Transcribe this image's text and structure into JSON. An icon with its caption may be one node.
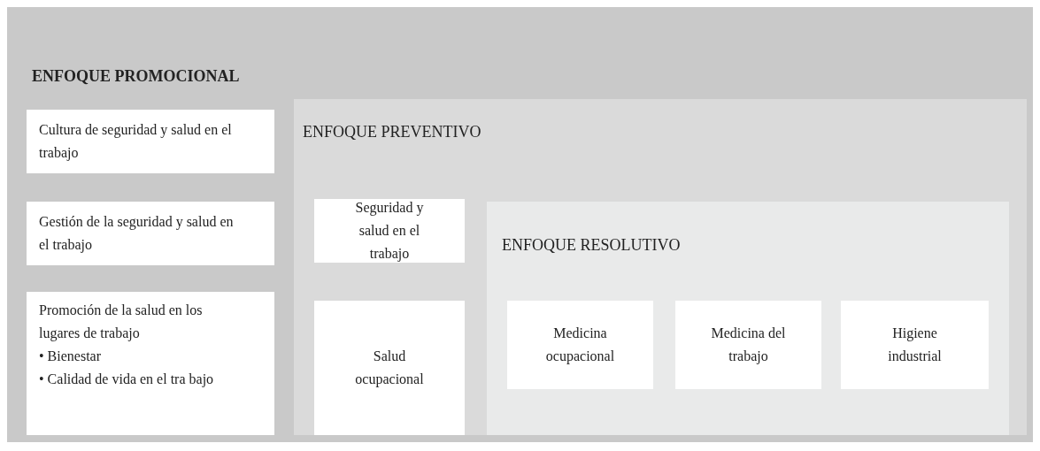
{
  "diagram": {
    "nodes": [
      {
        "text": [
          "ENFOQUE PROMOCIONAL"
        ]
      },
      {
        "text": [
          "Cultura de seguridad y salud en el trabajo"
        ],
        "in": 0
      },
      {
        "text": [
          "Gestión de la seguridad y salud en el trabajo"
        ],
        "in": 0
      },
      {
        "text": [
          "Promoción de la salud en los lugares de trabajo",
          "• Bienestar",
          "• Calidad de vida en el tra bajo"
        ],
        "in": 0
      },
      {
        "text": [
          "ENFOQUE PREVENTIVO"
        ],
        "in": 0
      },
      {
        "text": [
          "Seguridad y salud en el trabajo"
        ],
        "in": 4
      },
      {
        "text": [
          "Salud ocupacional"
        ],
        "in": 4
      },
      {
        "text": [
          "ENFOQUE RESOLUTIVO"
        ],
        "in": 4
      },
      {
        "text": [
          "Medicina ocupacional"
        ],
        "in": 7
      },
      {
        "text": [
          "Medicina del trabajo"
        ],
        "in": 7
      },
      {
        "text": [
          "Higiene industrial"
        ],
        "in": 7
      }
    ]
  }
}
